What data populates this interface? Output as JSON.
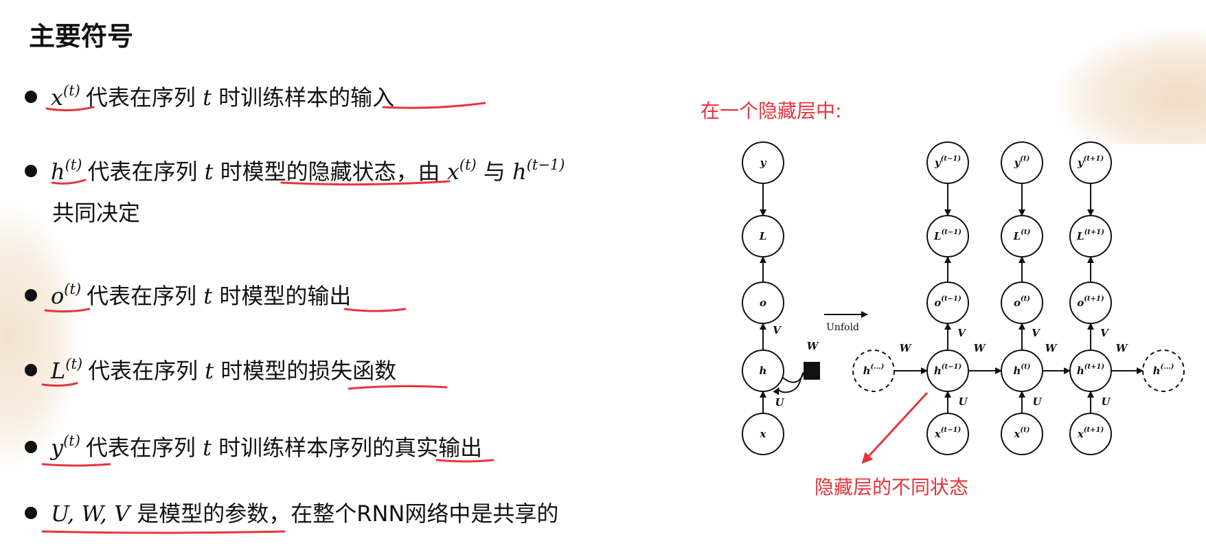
{
  "title": "主要符号",
  "bullets": [
    {
      "sym": "x",
      "sup": "(t)",
      "pre": "代表在序列",
      "var": "t",
      "post": "时训练样本的输入"
    },
    {
      "sym": "h",
      "sup": "(t)",
      "pre": "代表在序列",
      "var": "t",
      "post": "时模型的隐藏状态，由",
      "sym2": "x",
      "sup2": "(t)",
      "mid": "与",
      "sym3": "h",
      "sup3": "(t−1)",
      "cont": "共同决定"
    },
    {
      "sym": "o",
      "sup": "(t)",
      "pre": "代表在序列",
      "var": "t",
      "post": "时模型的输出"
    },
    {
      "sym": "L",
      "sup": "(t)",
      "pre": "代表在序列",
      "var": "t",
      "post": "时模型的损失函数"
    },
    {
      "sym": "y",
      "sup": "(t)",
      "pre": "代表在序列",
      "var": "t",
      "post": "时训练样本序列的真实输出"
    },
    {
      "sym": "U, W, V",
      "text": "是模型的参数，在整个RNN网络中是共享的"
    }
  ],
  "diagram": {
    "heading": "在一个隐藏层中:",
    "annotation": "隐藏层的不同状态",
    "unfold": "Unfold",
    "folded": {
      "y": "y",
      "L": "L",
      "o": "o",
      "h": "h",
      "x": "x",
      "V": "V",
      "U": "U",
      "W": "W"
    },
    "columns": [
      {
        "sup": "(t−1)"
      },
      {
        "sup": "(t)"
      },
      {
        "sup": "(t+1)"
      }
    ],
    "ends": {
      "base": "h",
      "sup": "(...)"
    },
    "edges": {
      "W": "W",
      "U": "U",
      "V": "V"
    },
    "colors": {
      "annotation": "#e8343a",
      "underline": "#e8343a",
      "ink": "#111111"
    }
  }
}
